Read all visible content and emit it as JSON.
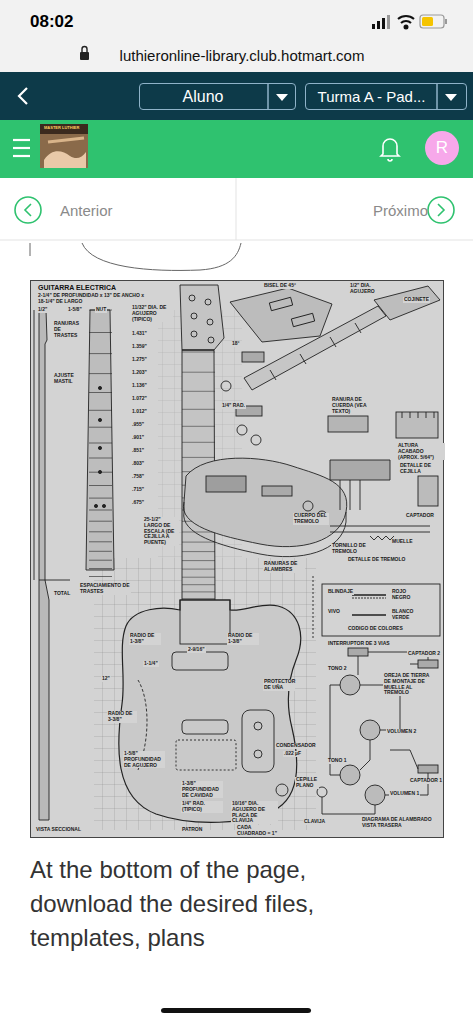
{
  "diagram": {
    "caption": "At the bottom of the page, download the desired files, templates, plans",
    "nodes": [
      {
        "text": [
          "08:02"
        ]
      },
      {
        "text": [
          "luthieronline-library.club.hotmart.com"
        ]
      },
      {
        "text": [
          "Aluno"
        ]
      },
      {
        "text": [
          "Turma A - Pad..."
        ]
      },
      {
        "text": [
          "R"
        ]
      },
      {
        "text": [
          "Anterior"
        ]
      },
      {
        "text": [
          "Próximo"
        ]
      },
      {
        "text": [
          "GUITARRA ELECTRICA"
        ]
      }
    ],
    "labels": [
      "MASTER LUTHIER",
      "2-1/4\" DE PROFUNDIDAD x 13\" DE ANCHO x 18-1/4\" DE LARGO",
      "1/2\"",
      "1-5/8\"",
      "NUT",
      "RANURAS DE TRASTES",
      "AJUSTE MASTIL",
      "11/32\" DIA. DE AGUJERO (TIPICO)",
      "1.431\"",
      "1.359\"",
      "1.275\"",
      "1.203\"",
      "1.136\"",
      "1.072\"",
      "1.012\"",
      ".955\"",
      ".901\"",
      ".851\"",
      ".803\"",
      ".758\"",
      ".715\"",
      ".675\"",
      "ESPACIAMIENTO DE TRASTES",
      "TOTAL",
      "VISTA SECCIONAL",
      "PATRON",
      "CADA CUADRADO = 1\"",
      "25-1/2\" LARGO DE ESCALA (DE CEJILLA A PUENTE)",
      "18°",
      "BISEL DE 45°",
      "1/2\" DIA. AGUJERO",
      "COJINETE",
      "1/4\" RAD.",
      "RANURA DE CUERDA (VEA TEXTO)",
      "ALTURA ACABADO (APROX. 5/64\")",
      "DETALLE DE CEJILLA",
      "RANURAS DE ALAMBRES",
      "CUERPO DEL TREMOLO",
      "TORNILLO DE TREMOLO",
      "CAPTADOR",
      "DETALLE DE TREMOLO",
      "MUELLE",
      "12\"",
      "RADIO DE 1-3/8\"",
      "2-9/16\"",
      "1-1/4\"",
      "RADIO DE 3-3/8\"",
      "1-5/8\" PROFUNDIDAD DE AGUJERO",
      "1-3/8\" PROFUNDIDAD DE CAVIDAD",
      "1/4\" RAD. (TIPICO)",
      "PROTECTOR DE UÑA",
      "CONDENSADOR",
      ".022 µF",
      "CEPILLE PLANO",
      "10/16\" DIA. AGUJERO DE PLACA DE CLAVIJA",
      "BLINDAJE",
      "VIVO",
      "ROJO NEGRO",
      "BLANCO VERDE",
      "CODIGO DE COLORES",
      "INTERRUPTOR DE 3 VIAS",
      "CAPTADOR 2",
      "OREJA DE TIERRA DE MONTAJE DE MUELLE AL TREMOLO",
      "TONO 2",
      "VOLUMEN 2",
      "TONO 1",
      "VOLUMEN 1",
      "CAPTADOR 1",
      "CLAVIJA",
      "DIAGRAMA DE ALAMBRADO VISTA TRASERA",
      "RADIO DE 1-3/8\""
    ]
  }
}
